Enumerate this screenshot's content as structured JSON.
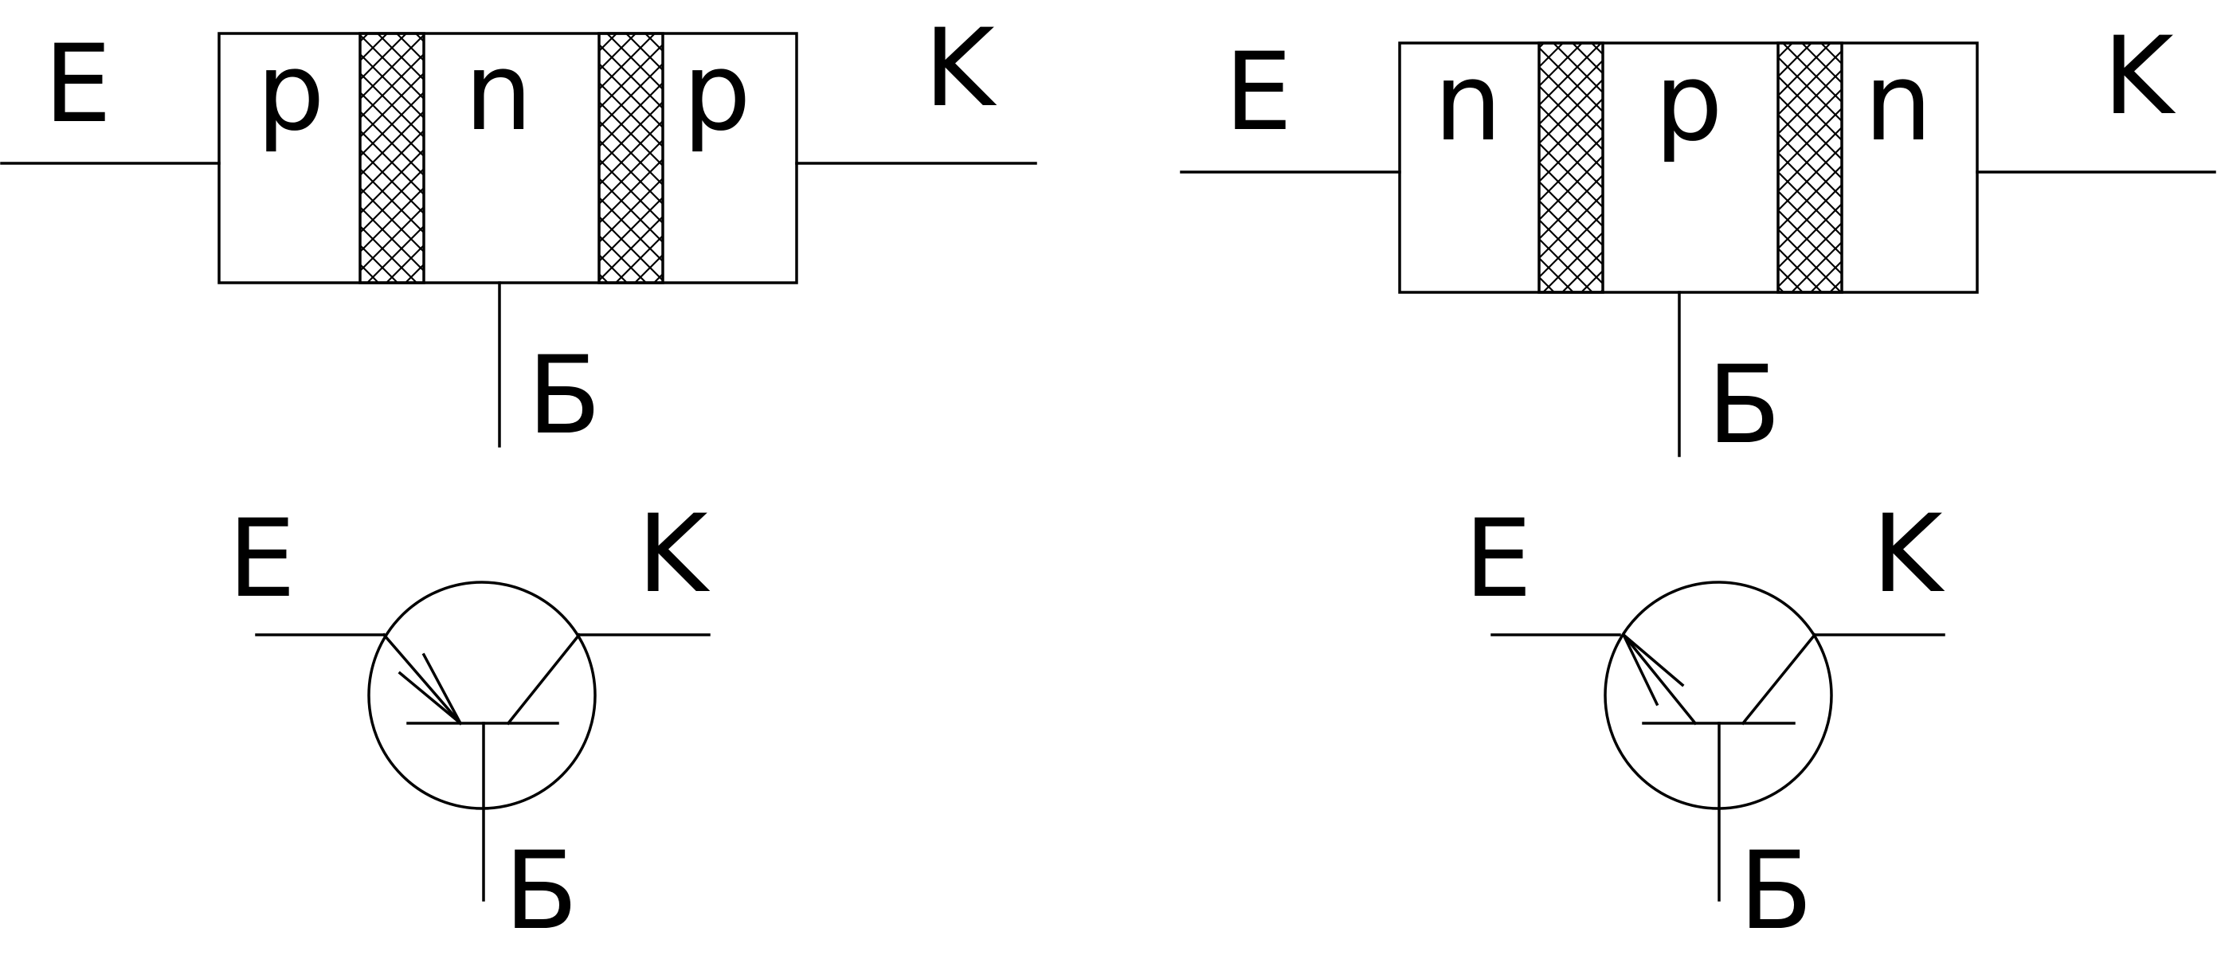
{
  "colors": {
    "line": "#000000",
    "background": "#ffffff"
  },
  "pnp": {
    "structure": {
      "emitter_label": "E",
      "collector_label": "K",
      "base_label": "Б",
      "regions": [
        "p",
        "n",
        "p"
      ]
    },
    "symbol": {
      "emitter_label": "E",
      "collector_label": "K",
      "base_label": "Б"
    }
  },
  "npn": {
    "structure": {
      "emitter_label": "E",
      "collector_label": "K",
      "base_label": "Б",
      "regions": [
        "n",
        "p",
        "n"
      ]
    },
    "symbol": {
      "emitter_label": "E",
      "collector_label": "K",
      "base_label": "Б"
    }
  }
}
